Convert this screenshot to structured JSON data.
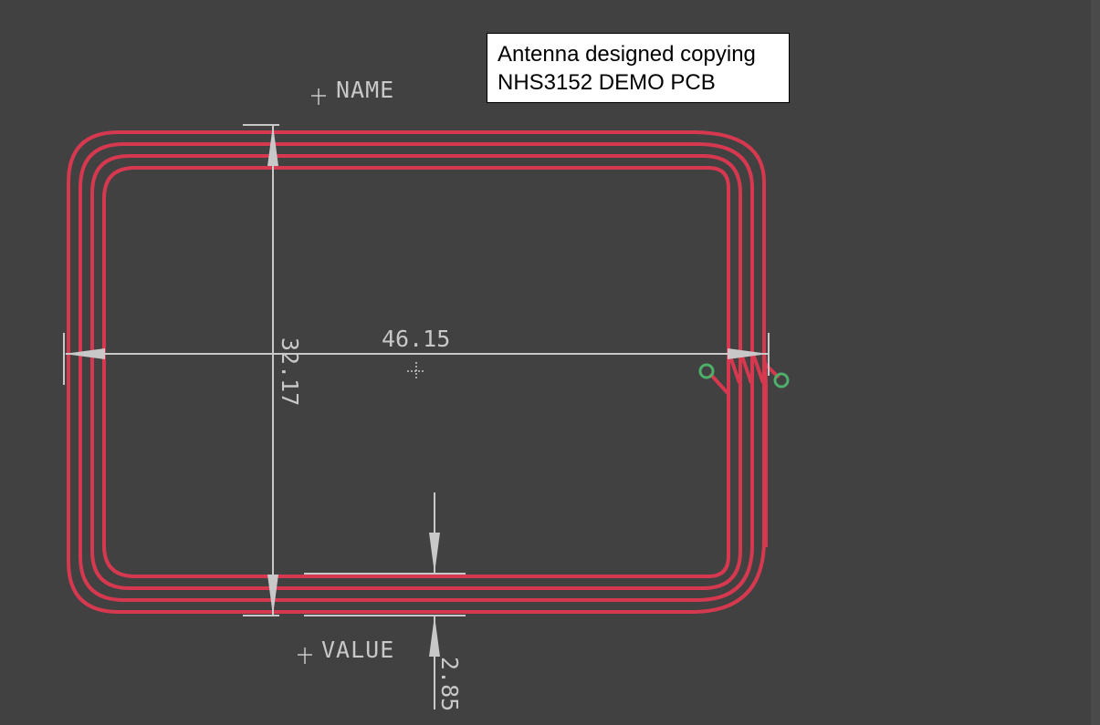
{
  "note": {
    "line1": "Antenna designed copying",
    "line2": "NHS3152 DEMO PCB"
  },
  "labels": {
    "name": "NAME",
    "value": "VALUE"
  },
  "dimensions": {
    "width": "46.15",
    "height": "32.17",
    "clearance": "2.85"
  },
  "colors": {
    "background": "#414141",
    "trace": "#d5384f",
    "dimension": "#c8c8c8",
    "pad": "#4caf6a",
    "note_background": "#ffffff"
  }
}
